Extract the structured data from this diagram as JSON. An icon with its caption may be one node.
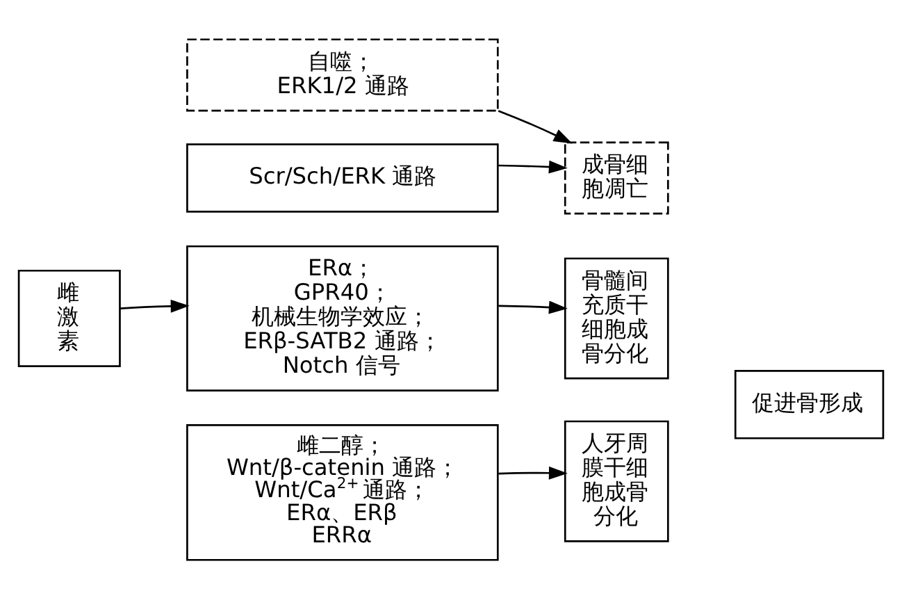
{
  "diagram": {
    "nodes": [
      {
        "text": [
          "雌激素"
        ]
      },
      {
        "text": [
          "自噬；",
          "ERK1/2 通路"
        ]
      },
      {
        "text": [
          "Scr/Sch/ERK 通路"
        ]
      },
      {
        "text": [
          "ERα；",
          "GPR40；",
          "机械生物学效应；",
          "ERβ-SATB2 通路；",
          "Notch 信号"
        ]
      },
      {
        "text": [
          "雌二醇；",
          "Wnt/β-catenin 通路；",
          "Wnt/Ca$^{2+}$ 通路；",
          "ERα、ERβ",
          "ERRα"
        ]
      },
      {
        "text": [
          "成骨细胞凋亡"
        ]
      },
      {
        "text": [
          "骨髓间充质干细胞成骨分化"
        ]
      },
      {
        "text": [
          "人牙周膜干细胞成骨分化"
        ]
      },
      {
        "text": [
          "促进骨形成"
        ]
      }
    ],
    "edges": [
      {
        "from": 1,
        "to": 5,
        "arrow": "to"
      },
      {
        "from": 2,
        "to": 5,
        "arrow": "to"
      },
      {
        "from": 0,
        "to": 3,
        "arrow": "to"
      },
      {
        "from": 3,
        "to": 6,
        "arrow": "to"
      },
      {
        "from": 4,
        "to": 7,
        "arrow": "to"
      }
    ]
  }
}
